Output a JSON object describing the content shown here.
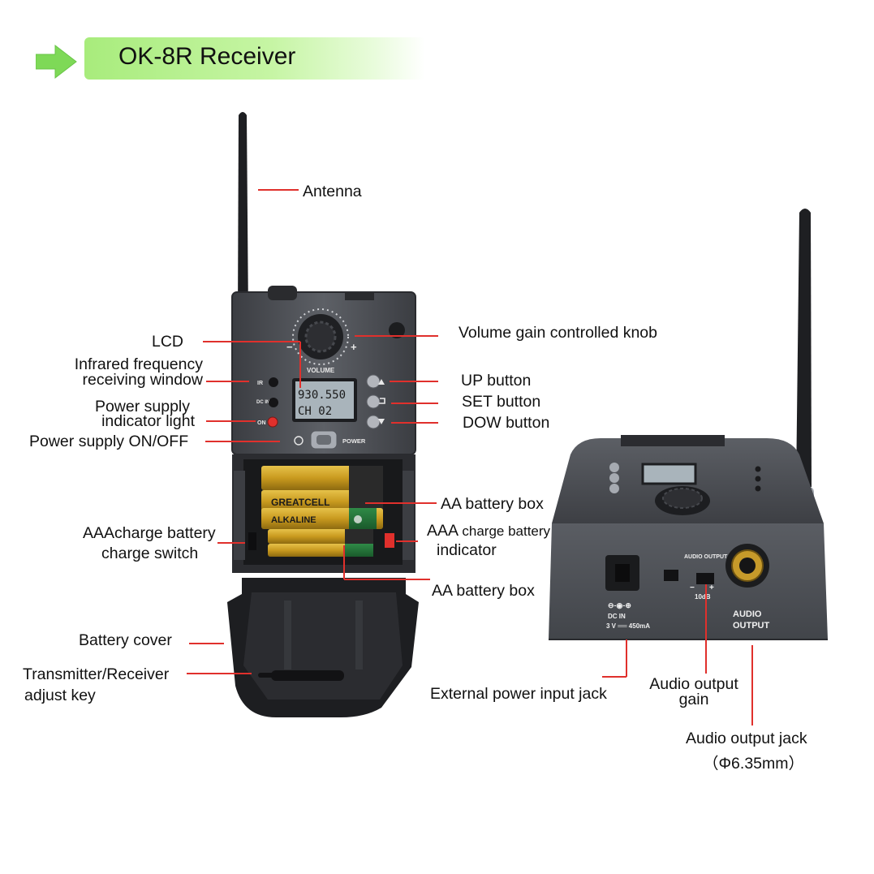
{
  "title": "OK-8R Receiver",
  "colors": {
    "title_bar": "#b9f18f",
    "arrow": "#7ed957",
    "callout": "#e0302c",
    "device_body": "#55585e"
  },
  "labels": {
    "antenna": "Antenna",
    "volume_knob": "Volume gain controlled knob",
    "lcd": "LCD",
    "infrared_line1": "Infrared frequency",
    "infrared_line2": "receiving window",
    "up_button": "UP button",
    "set_button": "SET button",
    "dow_button": "DOW button",
    "power_indicator_line1": "Power supply",
    "power_indicator_line2": "indicator light",
    "power_switch": "Power supply ON/OFF",
    "aa_battery_box_top": "AA battery box",
    "aaa_switch_line1": "AAAcharge battery",
    "aaa_switch_line2": "charge switch",
    "aaa_indicator_line1_a": "AAA",
    "aaa_indicator_line1_b": "charge battery",
    "aaa_indicator_line2": "indicator",
    "aa_battery_box_bottom": "AA battery box",
    "battery_cover": "Battery cover",
    "adjust_key_line1": "Transmitter/Receiver",
    "adjust_key_line2": "adjust key",
    "external_power": "External power input jack",
    "audio_gain_line1": "Audio output",
    "audio_gain_line2": "gain",
    "audio_jack_line1": "Audio output jack",
    "audio_jack_line2": "（Φ6.35mm）"
  },
  "device": {
    "front_volume": "VOLUME",
    "front_minus": "−",
    "front_plus": "+",
    "front_power": "POWER",
    "front_ir": "IR",
    "front_dcin": "DC IN",
    "front_on": "ON",
    "lcd_line1": "930.550",
    "lcd_line2": "CH 02",
    "battery_brand": "GREATCELL",
    "battery_type": "ALKALINE",
    "side_dc_in": "DC  IN",
    "side_dc_spec": "3 V ══ 450mA",
    "side_audio_output_small": "AUDIO OUTPUT",
    "side_gain_minus": "−",
    "side_gain_plus": "+",
    "side_gain_value": "10dB",
    "side_audio_output_large_1": "AUDIO",
    "side_audio_output_large_2": "OUTPUT"
  }
}
